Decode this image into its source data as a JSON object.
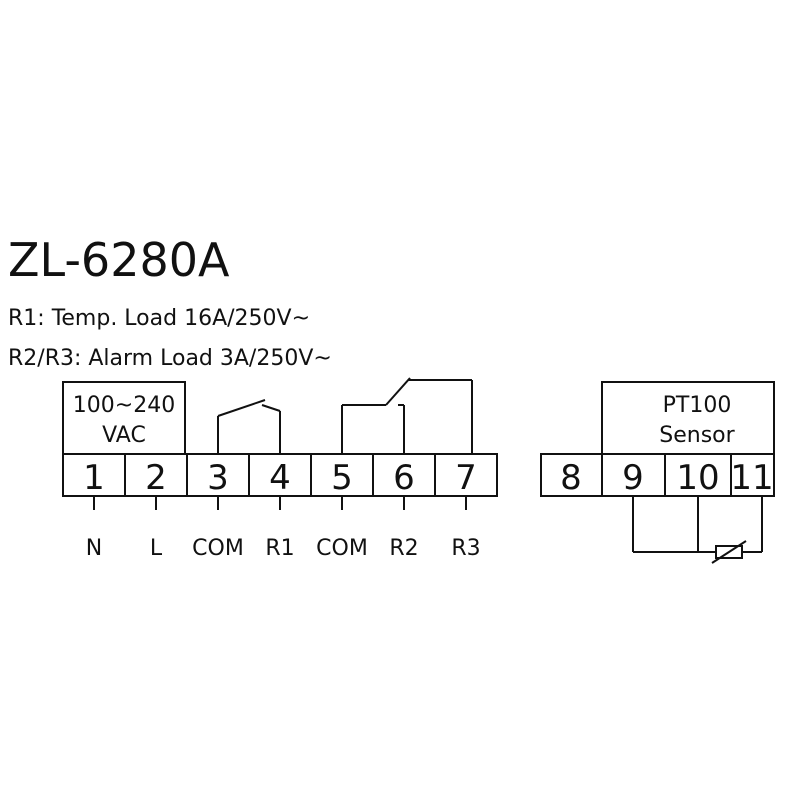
{
  "model": "ZL-6280A",
  "specs": [
    "R1: Temp. Load 16A/250V~",
    "R2/R3: Alarm Load 3A/250V~"
  ],
  "power_label": [
    "100~240",
    "VAC"
  ],
  "sensor_label": [
    "PT100",
    "Sensor"
  ],
  "main_terminals": [
    {
      "number": "1",
      "label": "N"
    },
    {
      "number": "2",
      "label": "L"
    },
    {
      "number": "3",
      "label": "COM"
    },
    {
      "number": "4",
      "label": "R1"
    },
    {
      "number": "5",
      "label": "COM"
    },
    {
      "number": "6",
      "label": "R2"
    },
    {
      "number": "7",
      "label": "R3"
    }
  ],
  "sensor_terminals": [
    {
      "number": "8"
    },
    {
      "number": "9"
    },
    {
      "number": "10"
    },
    {
      "number": "11"
    }
  ],
  "colors": {
    "ink": "#111111",
    "background": "#ffffff"
  }
}
